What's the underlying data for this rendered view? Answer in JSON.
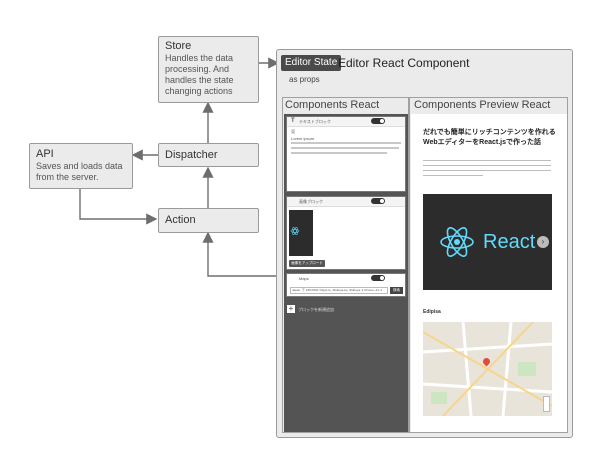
{
  "store": {
    "title": "Store",
    "desc_lines": [
      "Handles the data",
      "processing. And",
      "handles the state",
      "changing actions"
    ]
  },
  "api": {
    "title": "API",
    "desc_lines": [
      "Saves and loads data",
      "from the server."
    ]
  },
  "dispatcher": {
    "title": "Dispatcher"
  },
  "action": {
    "title": "Action"
  },
  "editor_component": {
    "state_badge": "Editor State",
    "title": "Editor React Component",
    "props_label": "as props"
  },
  "components_react": {
    "title": "Components React",
    "toolbar_icon": "T",
    "toolbar_text": "テキストブロック",
    "section_icon": "見",
    "card1_text": "Lorem ipsum",
    "image_card_text": "画像ブロック",
    "image_upload_button": "画像をアップロード",
    "map_card_text": "Maps",
    "map_input": "Japan, 〒 150-0002 Tōkyō-to, Shibuya-ku, Shibuya, 2 Chome−21−1",
    "map_button": "検索",
    "add_block_text": "ブロックを新規追加"
  },
  "components_preview": {
    "title": "Components Preview React",
    "heading_line1": "だれでも簡単にリッチコンテンツを作れる",
    "heading_line2": "WebエディターをReact.jsで作った話",
    "react_logo_text": "React",
    "map_heading": "Edipisa"
  },
  "colors": {
    "box_bg": "#ebebeb",
    "box_border": "#9a9a9a",
    "wire": "#6e6e6e",
    "editor_dark": "#545454",
    "react_cyan": "#61dafb",
    "react_banner_bg": "#2c2c2c"
  }
}
